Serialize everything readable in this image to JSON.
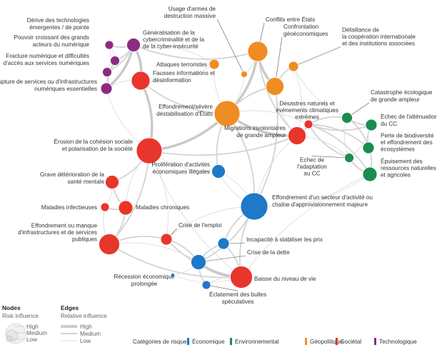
{
  "categories": [
    {
      "key": "economic",
      "label": "Économique",
      "color": "#1f78c8"
    },
    {
      "key": "environmental",
      "label": "Environnemental",
      "color": "#1a8c4e"
    },
    {
      "key": "geopolitical",
      "label": "Géopolitique",
      "color": "#f08c24"
    },
    {
      "key": "societal",
      "label": "Sociétal",
      "color": "#e8362c"
    },
    {
      "key": "technological",
      "label": "Technologique",
      "color": "#8e2a82"
    }
  ],
  "legend": {
    "nodes_title": "Nodes",
    "nodes_subtitle": "Risk influence",
    "edges_title": "Edges",
    "edges_subtitle": "Relative influence",
    "levels": [
      "High",
      "Medium",
      "Low"
    ],
    "categories_title": "Catégories de risques"
  },
  "nodes": [
    {
      "id": "tech-derive",
      "cat": "technological",
      "influence": "low",
      "label": [
        "Dérive des technologies",
        "émergentes / de pointe"
      ]
    },
    {
      "id": "tech-pouvoir",
      "cat": "technological",
      "influence": "low",
      "label": [
        "Pouvoir croissant des grands",
        "acteurs du numérique"
      ]
    },
    {
      "id": "tech-cyber",
      "cat": "technological",
      "influence": "medium",
      "label": [
        "Généralisation de la",
        "cybercriminalité et de la",
        "de la cyber-insécurité"
      ]
    },
    {
      "id": "tech-fracture",
      "cat": "technological",
      "influence": "low",
      "label": [
        "Fracture numérique et difficultés",
        "d'accès aux services numériques"
      ]
    },
    {
      "id": "tech-rupture",
      "cat": "technological",
      "influence": "low",
      "label": [
        "Rupture de services ou d'infrastructures",
        "numériques essentielles"
      ]
    },
    {
      "id": "soc-fausses",
      "cat": "societal",
      "influence": "medium",
      "label": [
        "Fausses informations et",
        "désinformation"
      ]
    },
    {
      "id": "geo-usage",
      "cat": "geopolitical",
      "influence": "low",
      "label": [
        "Usage d'armes de",
        "destruction massive"
      ]
    },
    {
      "id": "geo-conflits",
      "cat": "geopolitical",
      "influence": "medium",
      "label": [
        "Conflits entre États"
      ]
    },
    {
      "id": "geo-attaques",
      "cat": "geopolitical",
      "influence": "low",
      "label": [
        "Attaques terroristes"
      ]
    },
    {
      "id": "geo-confrontation",
      "cat": "geopolitical",
      "influence": "medium",
      "label": [
        "Confrontation",
        "géoéconomiques"
      ]
    },
    {
      "id": "geo-defaillance",
      "cat": "geopolitical",
      "influence": "low",
      "label": [
        "Défaillance de",
        "la coopération internationale",
        "et des institutions associées"
      ]
    },
    {
      "id": "geo-effondrement-etats",
      "cat": "geopolitical",
      "influence": "high",
      "label": [
        "Effondrement/sévère",
        "déstabilisation d'États"
      ]
    },
    {
      "id": "soc-desastres",
      "cat": "societal",
      "influence": "low",
      "label": [
        "Désastres naturels et",
        "événements climatiques",
        "extrêmes"
      ]
    },
    {
      "id": "soc-migrations",
      "cat": "societal",
      "influence": "medium",
      "label": [
        "Migrations involontaires",
        "de grande ampleur"
      ]
    },
    {
      "id": "soc-erosion",
      "cat": "societal",
      "influence": "high",
      "label": [
        "Érosion de la cohésion sociale",
        "et polarisation de la société"
      ]
    },
    {
      "id": "eco-proliferation",
      "cat": "economic",
      "influence": "low",
      "label": [
        "Prolifération d'activités",
        "économiques illégales"
      ]
    },
    {
      "id": "env-catastrophe",
      "cat": "environmental",
      "influence": "low",
      "label": [
        "Catastrophe écologique",
        "de grande ampleur"
      ]
    },
    {
      "id": "env-echec-att",
      "cat": "environmental",
      "influence": "low",
      "label": [
        "Echec de l'atténuation",
        "du CC"
      ]
    },
    {
      "id": "env-biodiv",
      "cat": "environmental",
      "influence": "low",
      "label": [
        "Perte de biodiversité",
        "et effondrement des",
        "écosystèmes"
      ]
    },
    {
      "id": "env-echec-adapt",
      "cat": "environmental",
      "influence": "low",
      "label": [
        "Echec de",
        "l'adaptation",
        "au CC"
      ]
    },
    {
      "id": "env-epuisement",
      "cat": "environmental",
      "influence": "low",
      "label": [
        "Épuisement des",
        "ressources naturelles",
        "et agricoles"
      ]
    },
    {
      "id": "soc-sante",
      "cat": "societal",
      "influence": "low",
      "label": [
        "Grave détérioration de la",
        "santé mentale"
      ]
    },
    {
      "id": "soc-infectieuses",
      "cat": "societal",
      "influence": "low",
      "label": [
        "Maladies infectieuses"
      ]
    },
    {
      "id": "soc-chroniques",
      "cat": "societal",
      "influence": "low",
      "label": [
        "Maladies chroniques"
      ]
    },
    {
      "id": "eco-effondrement-secteur",
      "cat": "economic",
      "influence": "high",
      "label": [
        "Effondrement d'un secteur d'activité ou",
        "chaîne d'approvisionnement majeure"
      ]
    },
    {
      "id": "soc-crise-emploi",
      "cat": "societal",
      "influence": "low",
      "label": [
        "Crise de l'emploi"
      ]
    },
    {
      "id": "soc-infrastructures",
      "cat": "societal",
      "influence": "medium",
      "label": [
        "Effondrement ou manque",
        "d'infrastructures et de services",
        "publiques"
      ]
    },
    {
      "id": "eco-prix",
      "cat": "economic",
      "influence": "low",
      "label": [
        "Incapacité à stabiliser les prix"
      ]
    },
    {
      "id": "eco-dette",
      "cat": "economic",
      "influence": "low",
      "label": [
        "Crise de la dette"
      ]
    },
    {
      "id": "soc-niveau-vie",
      "cat": "societal",
      "influence": "medium",
      "label": [
        "Baisse du niveau de vie"
      ]
    },
    {
      "id": "eco-recession",
      "cat": "economic",
      "influence": "low",
      "label": [
        "Récession économique",
        "prolongée"
      ]
    },
    {
      "id": "eco-bulles",
      "cat": "economic",
      "influence": "low",
      "label": [
        "Éclatement des bulles",
        "spéculatives"
      ]
    }
  ]
}
